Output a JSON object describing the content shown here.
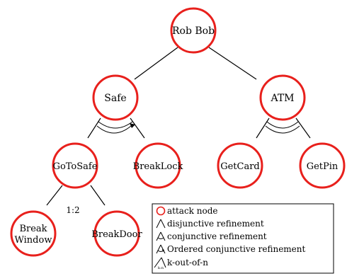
{
  "nodes": {
    "root": "Rob Bob",
    "safe": "Safe",
    "atm": "ATM",
    "goto_safe": "GoToSafe",
    "break_lock": "BreakLock",
    "get_card": "GetCard",
    "get_pin": "GetPin",
    "break_window_line1": "Break",
    "break_window_line2": "Window",
    "break_door": "BreakDoor"
  },
  "edge_labels": {
    "kn_ratio": "1:2"
  },
  "legend": {
    "attack_node": "attack node",
    "disjunctive": "disjunctive refinement",
    "conjunctive": "conjunctive refinement",
    "ordered_conjunctive": "Ordered conjunctive refinement",
    "k_out_of_n": "k-out-of-n",
    "k_out_of_n_glyph": "k:n"
  },
  "colors": {
    "node_stroke": "#e8201c",
    "line": "#000000"
  }
}
